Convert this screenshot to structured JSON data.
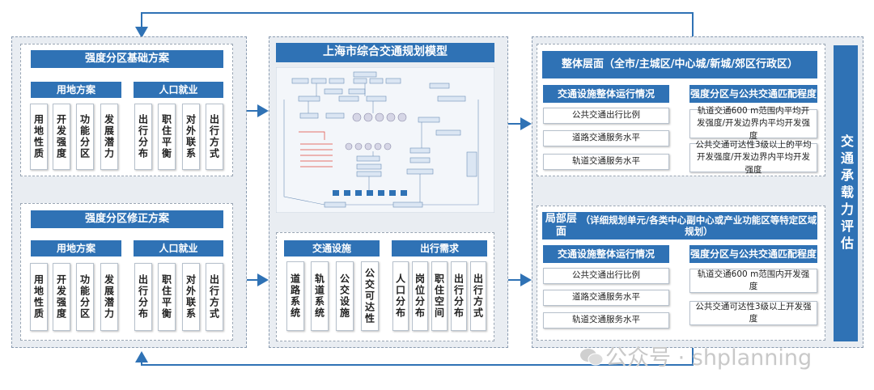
{
  "left_panel": {
    "top": {
      "title": "强度分区基础方案",
      "land_use": {
        "title": "用地方案",
        "items": [
          "用地性质",
          "开发强度",
          "功能分区",
          "发展潜力"
        ]
      },
      "population": {
        "title": "人口就业",
        "items": [
          "出行分布",
          "职住平衡",
          "对外联系",
          "出行方式"
        ]
      }
    },
    "bottom": {
      "title": "强度分区修正方案",
      "land_use": {
        "title": "用地方案",
        "items": [
          "用地性质",
          "开发强度",
          "功能分区",
          "发展潜力"
        ]
      },
      "population": {
        "title": "人口就业",
        "items": [
          "出行分布",
          "职住平衡",
          "对外联系",
          "出行方式"
        ]
      }
    }
  },
  "middle_panel": {
    "title": "上海市综合交通规划模型",
    "traffic_facilities": {
      "title": "交通设施",
      "items": [
        "道路系统",
        "轨道系统",
        "公交设施",
        "公交可达性"
      ]
    },
    "travel_demand": {
      "title": "出行需求",
      "items": [
        "人口分布",
        "岗位分布",
        "职住空间",
        "出行分布",
        "出行方式"
      ]
    }
  },
  "right_panel": {
    "overall": {
      "title_line1": "整体层面",
      "title_line2": "（全市/主城区/中心城/新城/郊区行政区）",
      "ops_title": "交通设施整体运行情况",
      "ops_items": [
        "公共交通出行比例",
        "道路交通服务水平",
        "轨道交通服务水平"
      ],
      "match_title": "强度分区与公共交通匹配程度",
      "match_items": [
        "轨道交通600 m范围内平均开发强度/开发边界内平均开发强度",
        "公共交通可达性3级以上的平均开发强度/开发边界内平均开发强度"
      ]
    },
    "local": {
      "title_line1": "局部层面",
      "title_line2": "（详细规划单元/各类中心副中心或产业功能区等特定区域规划）",
      "ops_title": "交通设施整体运行情况",
      "ops_items": [
        "公共交通出行比例",
        "道路交通服务水平",
        "轨道交通服务水平"
      ],
      "match_title": "强度分区与公共交通匹配程度",
      "match_items": [
        "轨道交通600 m范围内开发强度",
        "公共交通可达性3级以上开发强度"
      ]
    },
    "side_label": "交通承载力评估"
  },
  "watermark": "公众号 · shplanning",
  "colors": {
    "header": "#2f72b5",
    "panel_bg": "#e9edf2",
    "arrow": "#2f72b5",
    "flow_bg": "#f3f6fa"
  }
}
